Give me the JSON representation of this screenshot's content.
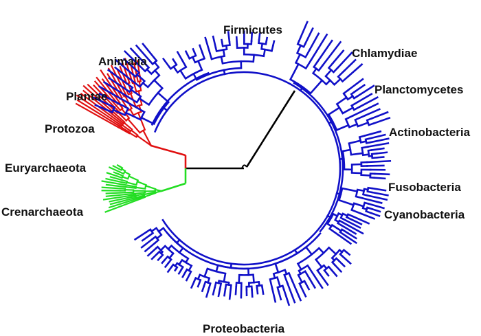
{
  "diagram": {
    "type": "circular-phylogenetic-tree",
    "colors": {
      "bacteria": "#1010c8",
      "eukaryota": "#e01010",
      "archaea": "#22dd22",
      "root": "#000000"
    },
    "groups": {
      "bacteria": {
        "color_key": "bacteria",
        "clades": [
          {
            "key": "firmicutes",
            "label": "Firmicutes"
          },
          {
            "key": "chlamydiae",
            "label": "Chlamydiae"
          },
          {
            "key": "planctomycetes",
            "label": "Planctomycetes"
          },
          {
            "key": "actinobacteria",
            "label": "Actinobacteria"
          },
          {
            "key": "fusobacteria",
            "label": "Fusobacteria"
          },
          {
            "key": "cyanobacteria",
            "label": "Cyanobacteria"
          },
          {
            "key": "proteobacteria",
            "label": "Proteobacteria"
          }
        ]
      },
      "eukaryota": {
        "color_key": "eukaryota",
        "clades": [
          {
            "key": "animalia",
            "label": "Animalia"
          },
          {
            "key": "plantae",
            "label": "Plantae"
          },
          {
            "key": "protozoa",
            "label": "Protozoa"
          }
        ]
      },
      "archaea": {
        "color_key": "archaea",
        "clades": [
          {
            "key": "euryarchaeota",
            "label": "Euryarchaeota"
          },
          {
            "key": "crenarchaeota",
            "label": "Crenarchaeota"
          }
        ]
      }
    }
  }
}
